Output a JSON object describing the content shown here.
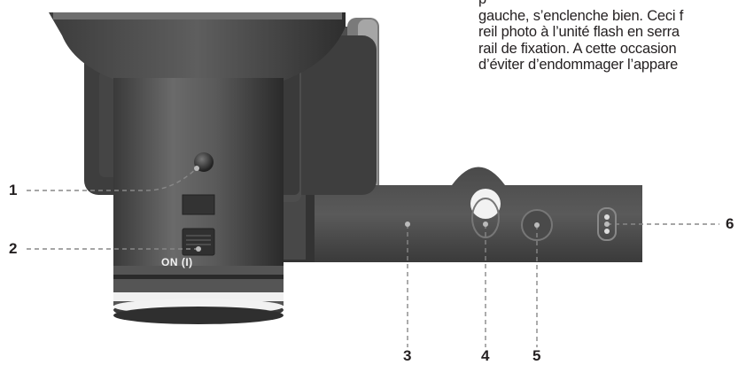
{
  "paragraph": {
    "lines": [
      "p",
      "gauche, s’enclenche bien. Ceci f",
      "reil photo à l’unité flash en serra",
      "rail de fixation. A cette occasion",
      "d’éviter d’endommager l’appare"
    ]
  },
  "device": {
    "switch_label": "ON (I)"
  },
  "callouts": [
    "1",
    "2",
    "3",
    "4",
    "5",
    "6"
  ]
}
